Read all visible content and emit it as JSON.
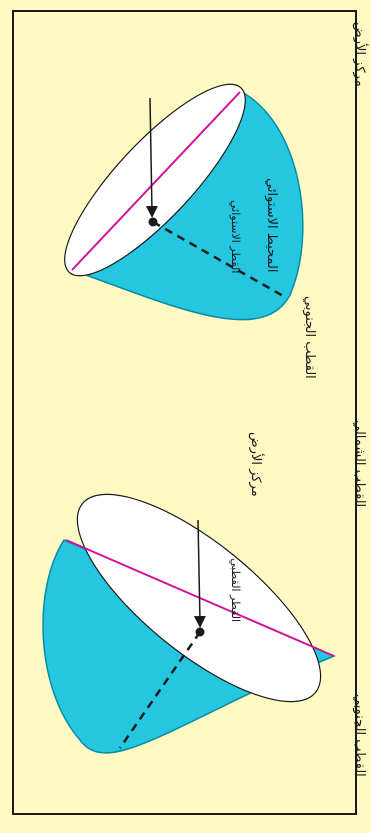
{
  "colors": {
    "background": "#fff9c4",
    "hemisphere_fill": "#25c6e0",
    "hemisphere_edge": "#0a8aa3",
    "equatorial_face": "#ffffff",
    "diameter_line": "#d0149a",
    "axis_line": "#1a1a1a"
  },
  "top_diagram": {
    "earth_center": "مركز الأرض",
    "equatorial_circumference": "المحيط الاستوائي",
    "equatorial_diameter": "القطر الاستوائي",
    "south_pole": "القطب الجنوبي"
  },
  "bottom_diagram": {
    "north_pole": "القطب الشمالي",
    "earth_center": "مركز الأرض",
    "south_pole": "القطب الجنوبي",
    "polar_diameter": "القطر القطبي"
  }
}
